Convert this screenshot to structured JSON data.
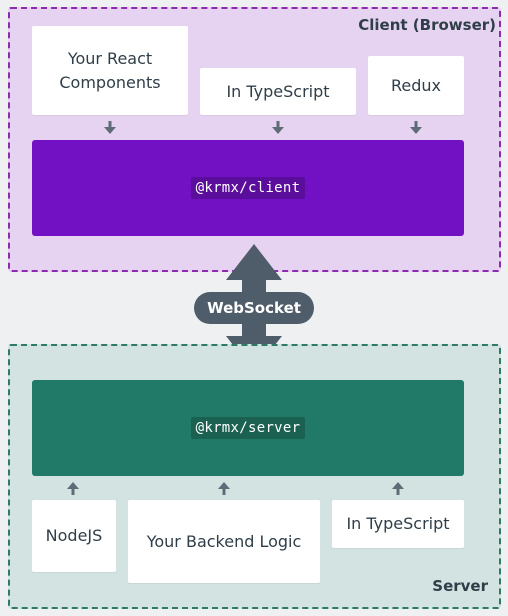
{
  "client": {
    "title": "Client (Browser)",
    "boxes": [
      "Your React\nComponents",
      "In TypeScript",
      "Redux"
    ],
    "library": "@krmx/client"
  },
  "server": {
    "title": "Server",
    "library": "@krmx/server",
    "boxes": [
      "NodeJS",
      "Your Backend Logic",
      "In TypeScript"
    ]
  },
  "connection": {
    "label": "WebSocket"
  },
  "colors": {
    "client_region": "#e6d3f1",
    "client_border": "#8c2ab0",
    "client_library": "#7210c4",
    "server_region": "#d3e3e2",
    "server_border": "#2f7a67",
    "server_library": "#217a68",
    "arrow": "#5f6c78",
    "websocket": "#4f5d6a"
  }
}
